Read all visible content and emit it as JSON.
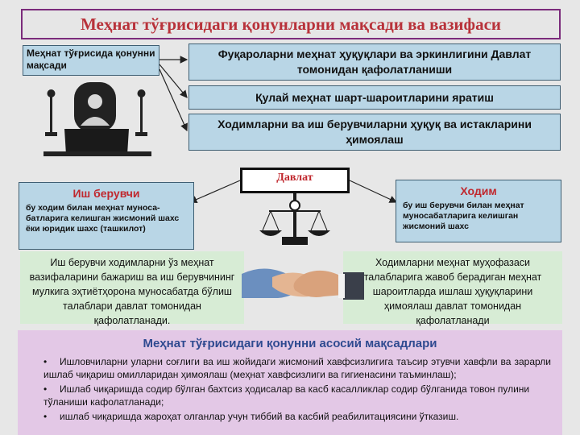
{
  "title": "Меҳнат тўғрисидаги қонунларни мақсади ва вазифаси",
  "purpose_box": {
    "label": "Меҳнат тўғрисида қонунни мақсади"
  },
  "goals": [
    "Фуқароларни меҳнат ҳуқуқлари ва эркинлигини Давлат томонидан қафолатланиши",
    "Қулай меҳнат шарт-шароитларини яратиш",
    "Ходимларни ва иш берувчиларни ҳуқуқ ва истакларини ҳимоялаш"
  ],
  "state": {
    "label": "Давлат"
  },
  "employer": {
    "title": "Иш берувчи",
    "description": "бу ходим билан меҳнат муноса-батларига келишган жисмоний шахс ёки юридик шахс (ташкилот)",
    "duty": "Иш берувчи ходимларни ўз меҳнат вазифаларини бажариш ва иш берувчининг мулкига эҳтиётҳорона муносабатда бўлиш талаблари давлат томонидан қафолатланади."
  },
  "employee": {
    "title": "Ходим",
    "description": "бу иш берувчи билан меҳнат муносабатларига келишган жисмоний шахс",
    "duty": "Ходимларни меҳнат муҳофазаси талабларига жавоб берадиган меҳнат шароитларда ишлаш ҳуқуқларини ҳимоялаш давлат томонидан қафолатланади"
  },
  "main_goals": {
    "title": "Меҳнат тўғрисидаги қонунни асосий мақсадлари",
    "bullet": "•",
    "items": [
      "Ишловчиларни уларни соғлиги ва иш жойидаги жисмоний хавфсизлигига таъсир этувчи хавфли ва зарарли ишлаб чиқариш омилларидан ҳимоялаш (меҳнат хавфсизлиги ва гигиенасини таъминлаш);",
      "Ишлаб чиқаришда содир бўлган бахтсиз ҳодисалар ва касб касалликлар содир бўлганида товон пулини тўланиши кафолатланади;",
      "ишлаб чиқаришда жароҳат олганлар учун тиббий ва касбий реабилитациясини ўтказиш."
    ]
  },
  "colors": {
    "title_red": "#b8323a",
    "title_border": "#7b2b7b",
    "box_blue": "#b9d6e6",
    "party_red": "#c0282e",
    "duty_green": "#d7ecd5",
    "panel_purple": "#e3c8e6",
    "panel_title_blue": "#2f4a90"
  }
}
